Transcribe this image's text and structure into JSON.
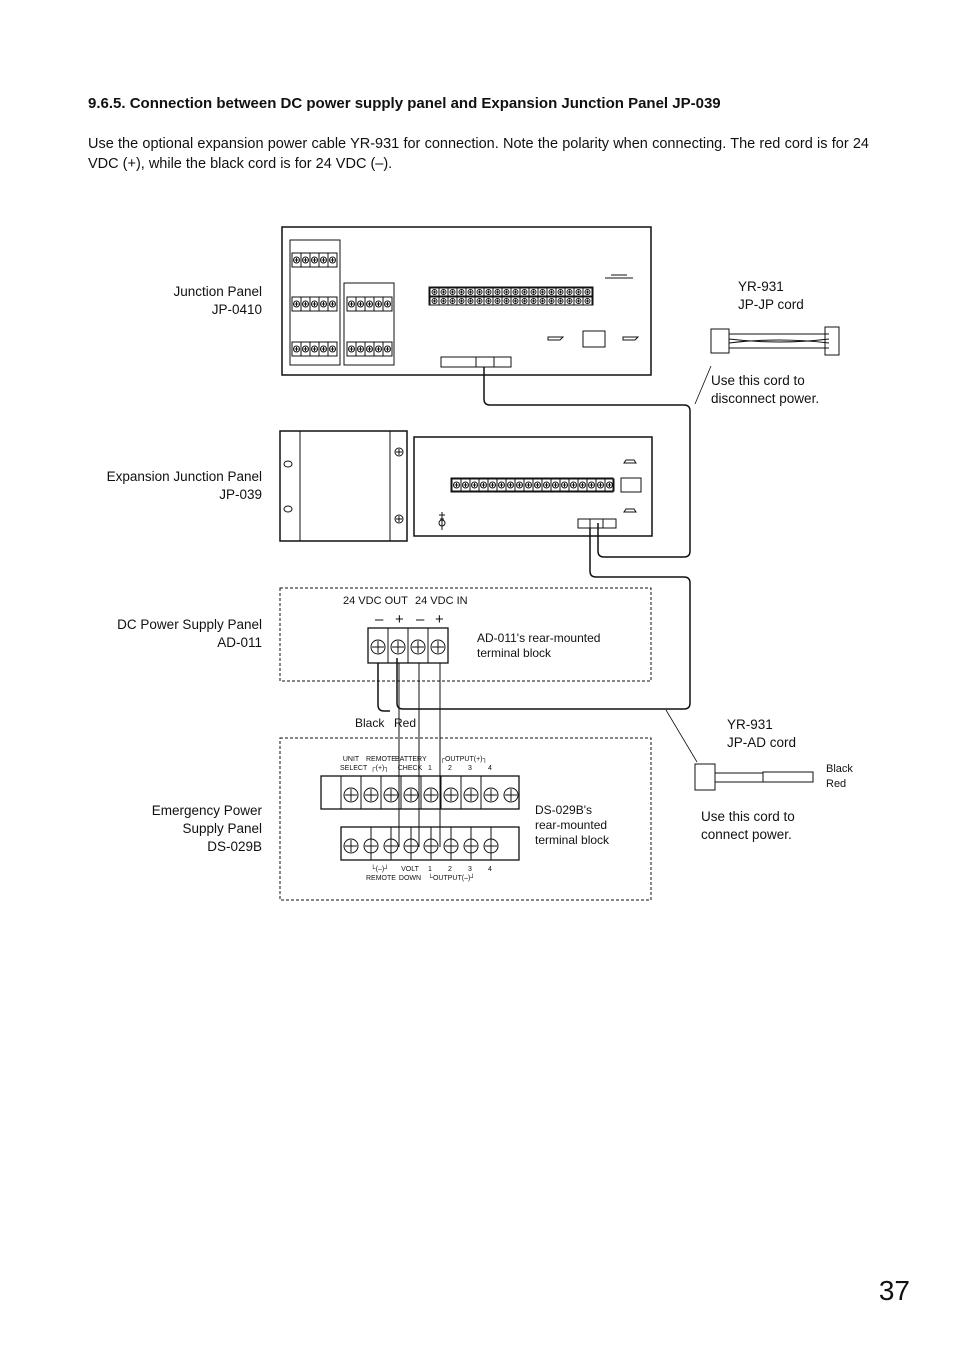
{
  "section": {
    "heading": "9.6.5. Connection between DC power supply panel and Expansion Junction Panel JP-039",
    "paragraph": "Use the optional expansion power cable YR-931 for connection. Note the polarity when connecting. The red cord is for 24 VDC (+), while the black cord is for 24 VDC (–)."
  },
  "labels": {
    "jp0410_name": "Junction Panel",
    "jp0410_model": "JP-0410",
    "jp039_name": "Expansion Junction Panel",
    "jp039_model": "JP-039",
    "ad011_name": "DC Power Supply Panel",
    "ad011_model": "AD-011",
    "ds029b_line1": "Emergency Power",
    "ds029b_line2": "Supply Panel",
    "ds029b_model": "DS-029B"
  },
  "ad011_block": {
    "out_label": "24 VDC OUT",
    "in_label": "24 VDC IN",
    "minus1": "–",
    "plus1": "+",
    "minus2": "–",
    "plus2": "+",
    "caption1": "AD-011's rear-mounted",
    "caption2": "terminal block"
  },
  "wires": {
    "black": "Black",
    "red": "Red"
  },
  "ds029b_block": {
    "top": [
      "UNIT",
      "SELECT",
      "REMOTE",
      "┌(+)┐",
      "BATTERY",
      "CHECK",
      "┌OUTPUT(+)┐",
      "1",
      "2",
      "3",
      "4"
    ],
    "bottom": [
      "└(–)┘",
      "REMOTE",
      "VOLT",
      "DOWN",
      "1",
      "2",
      "3",
      "4",
      "└OUTPUT(–)┘"
    ],
    "caption1": "DS-029B's",
    "caption2": "rear-mounted",
    "caption3": "terminal block"
  },
  "cords": {
    "jpjp_model": "YR-931",
    "jpjp_name": "JP-JP cord",
    "jpjp_note1": "Use this cord to",
    "jpjp_note2": "disconnect power.",
    "jpad_model": "YR-931",
    "jpad_name": "JP-AD cord",
    "jpad_black": "Black",
    "jpad_red": "Red",
    "jpad_note1": "Use this cord to",
    "jpad_note2": "connect power."
  },
  "page_number": "37"
}
